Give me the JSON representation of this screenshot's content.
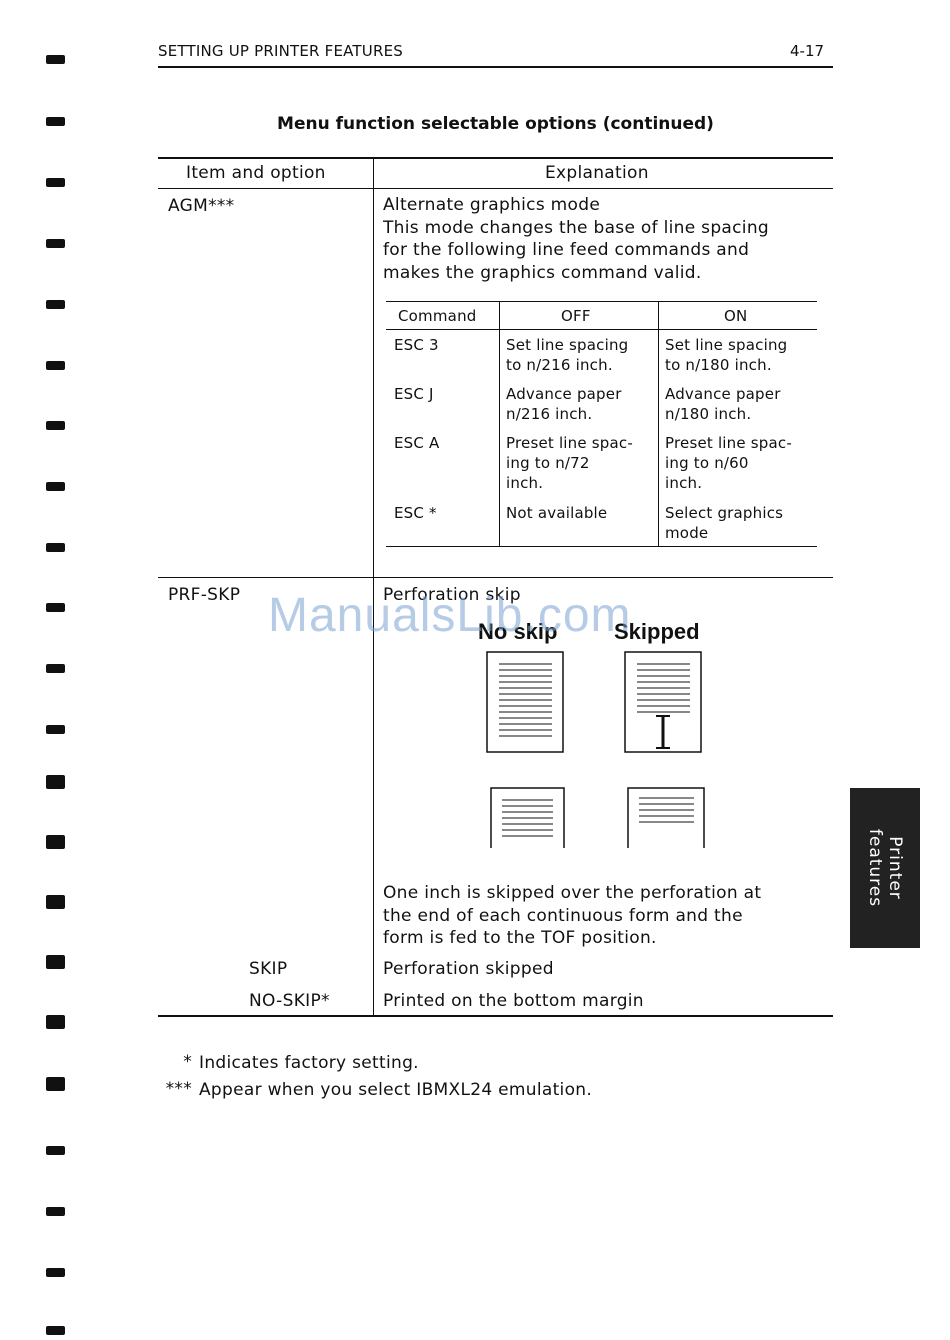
{
  "header": {
    "title": "SETTING UP PRINTER FEATURES",
    "page_number": "4-17"
  },
  "table_title": "Menu function selectable options (continued)",
  "columns": {
    "item": "Item and option",
    "explanation": "Explanation"
  },
  "agm": {
    "item": "AGM***",
    "lines": [
      "Alternate graphics mode",
      "This mode changes the base of line spacing",
      "for the following line feed commands and",
      "makes the graphics command valid."
    ],
    "subtable": {
      "headers": [
        "Command",
        "OFF",
        "ON"
      ],
      "rows": [
        {
          "command": "ESC 3",
          "off": [
            "Set line spacing",
            "to n/216 inch."
          ],
          "on": [
            "Set line spacing",
            "to n/180 inch."
          ]
        },
        {
          "command": "ESC J",
          "off": [
            "Advance paper",
            "n/216 inch."
          ],
          "on": [
            "Advance paper",
            "n/180 inch."
          ]
        },
        {
          "command": "ESC A",
          "off": [
            "Preset line spac-",
            "ing to n/72",
            "inch."
          ],
          "on": [
            "Preset line spac-",
            "ing to n/60",
            "inch."
          ]
        },
        {
          "command": "ESC *",
          "off": [
            "Not available"
          ],
          "on": [
            "Select graphics",
            "mode"
          ]
        }
      ]
    }
  },
  "prf": {
    "item": "PRF-SKP",
    "title": "Perforation skip",
    "diagram": {
      "label_no_skip": "No skip",
      "label_skipped": "Skipped"
    },
    "description": [
      "One inch is skipped over the perforation at",
      "the end of each continuous form and the",
      "form is fed to the TOF position."
    ],
    "options": [
      {
        "label": "SKIP",
        "text": "Perforation skipped"
      },
      {
        "label": "NO-SKIP*",
        "text": "Printed on the bottom margin"
      }
    ]
  },
  "footnotes": [
    {
      "marker": "*",
      "text": "Indicates factory setting."
    },
    {
      "marker": "***",
      "text": "Appear when you select IBMXL24 emulation."
    }
  ],
  "side_tab": {
    "line1": "Printer",
    "line2": "features"
  },
  "watermark": "ManualsLib.com"
}
